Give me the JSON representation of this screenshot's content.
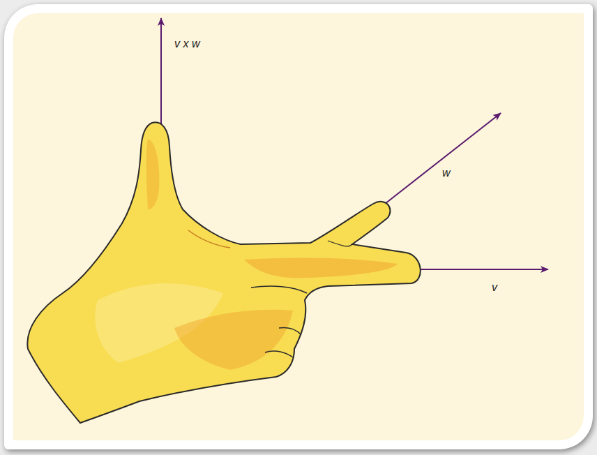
{
  "diagram": {
    "labels": [
      "v x w",
      "w",
      "v"
    ]
  }
}
